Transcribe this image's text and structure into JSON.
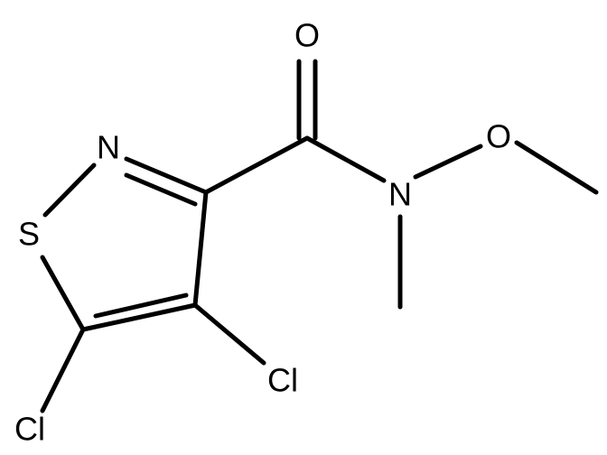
{
  "molecule": {
    "atoms": {
      "oxygen_carbonyl": "O",
      "oxygen_methoxy": "O",
      "nitrogen_ring": "N",
      "nitrogen_amide": "N",
      "sulfur": "S",
      "chlorine_4": "Cl",
      "chlorine_5": "Cl"
    }
  }
}
